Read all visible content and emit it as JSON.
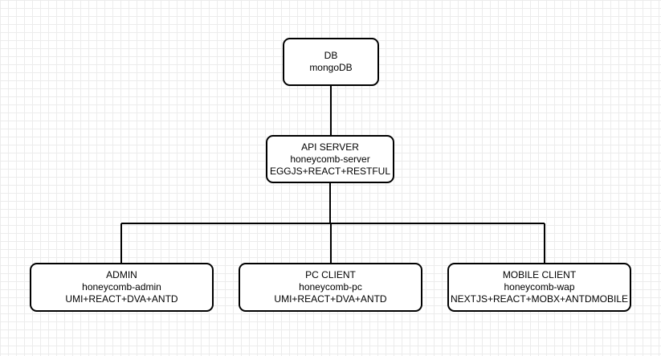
{
  "nodes": {
    "db": {
      "title": "DB",
      "lines": [
        "mongoDB"
      ]
    },
    "api": {
      "title": "API SERVER",
      "lines": [
        "honeycomb-server",
        "EGGJS+REACT+RESTFUL"
      ]
    },
    "admin": {
      "title": "ADMIN",
      "lines": [
        "honeycomb-admin",
        "UMI+REACT+DVA+ANTD"
      ]
    },
    "pc": {
      "title": "PC CLIENT",
      "lines": [
        "honeycomb-pc",
        "UMI+REACT+DVA+ANTD"
      ]
    },
    "mobile": {
      "title": "MOBILE CLIENT",
      "lines": [
        "honeycomb-wap",
        "NEXTJS+REACT+MOBX+ANTDMOBILE"
      ]
    }
  },
  "edges": [
    {
      "from": "db",
      "to": "api"
    },
    {
      "from": "api",
      "to": "admin"
    },
    {
      "from": "api",
      "to": "pc"
    },
    {
      "from": "api",
      "to": "mobile"
    }
  ]
}
